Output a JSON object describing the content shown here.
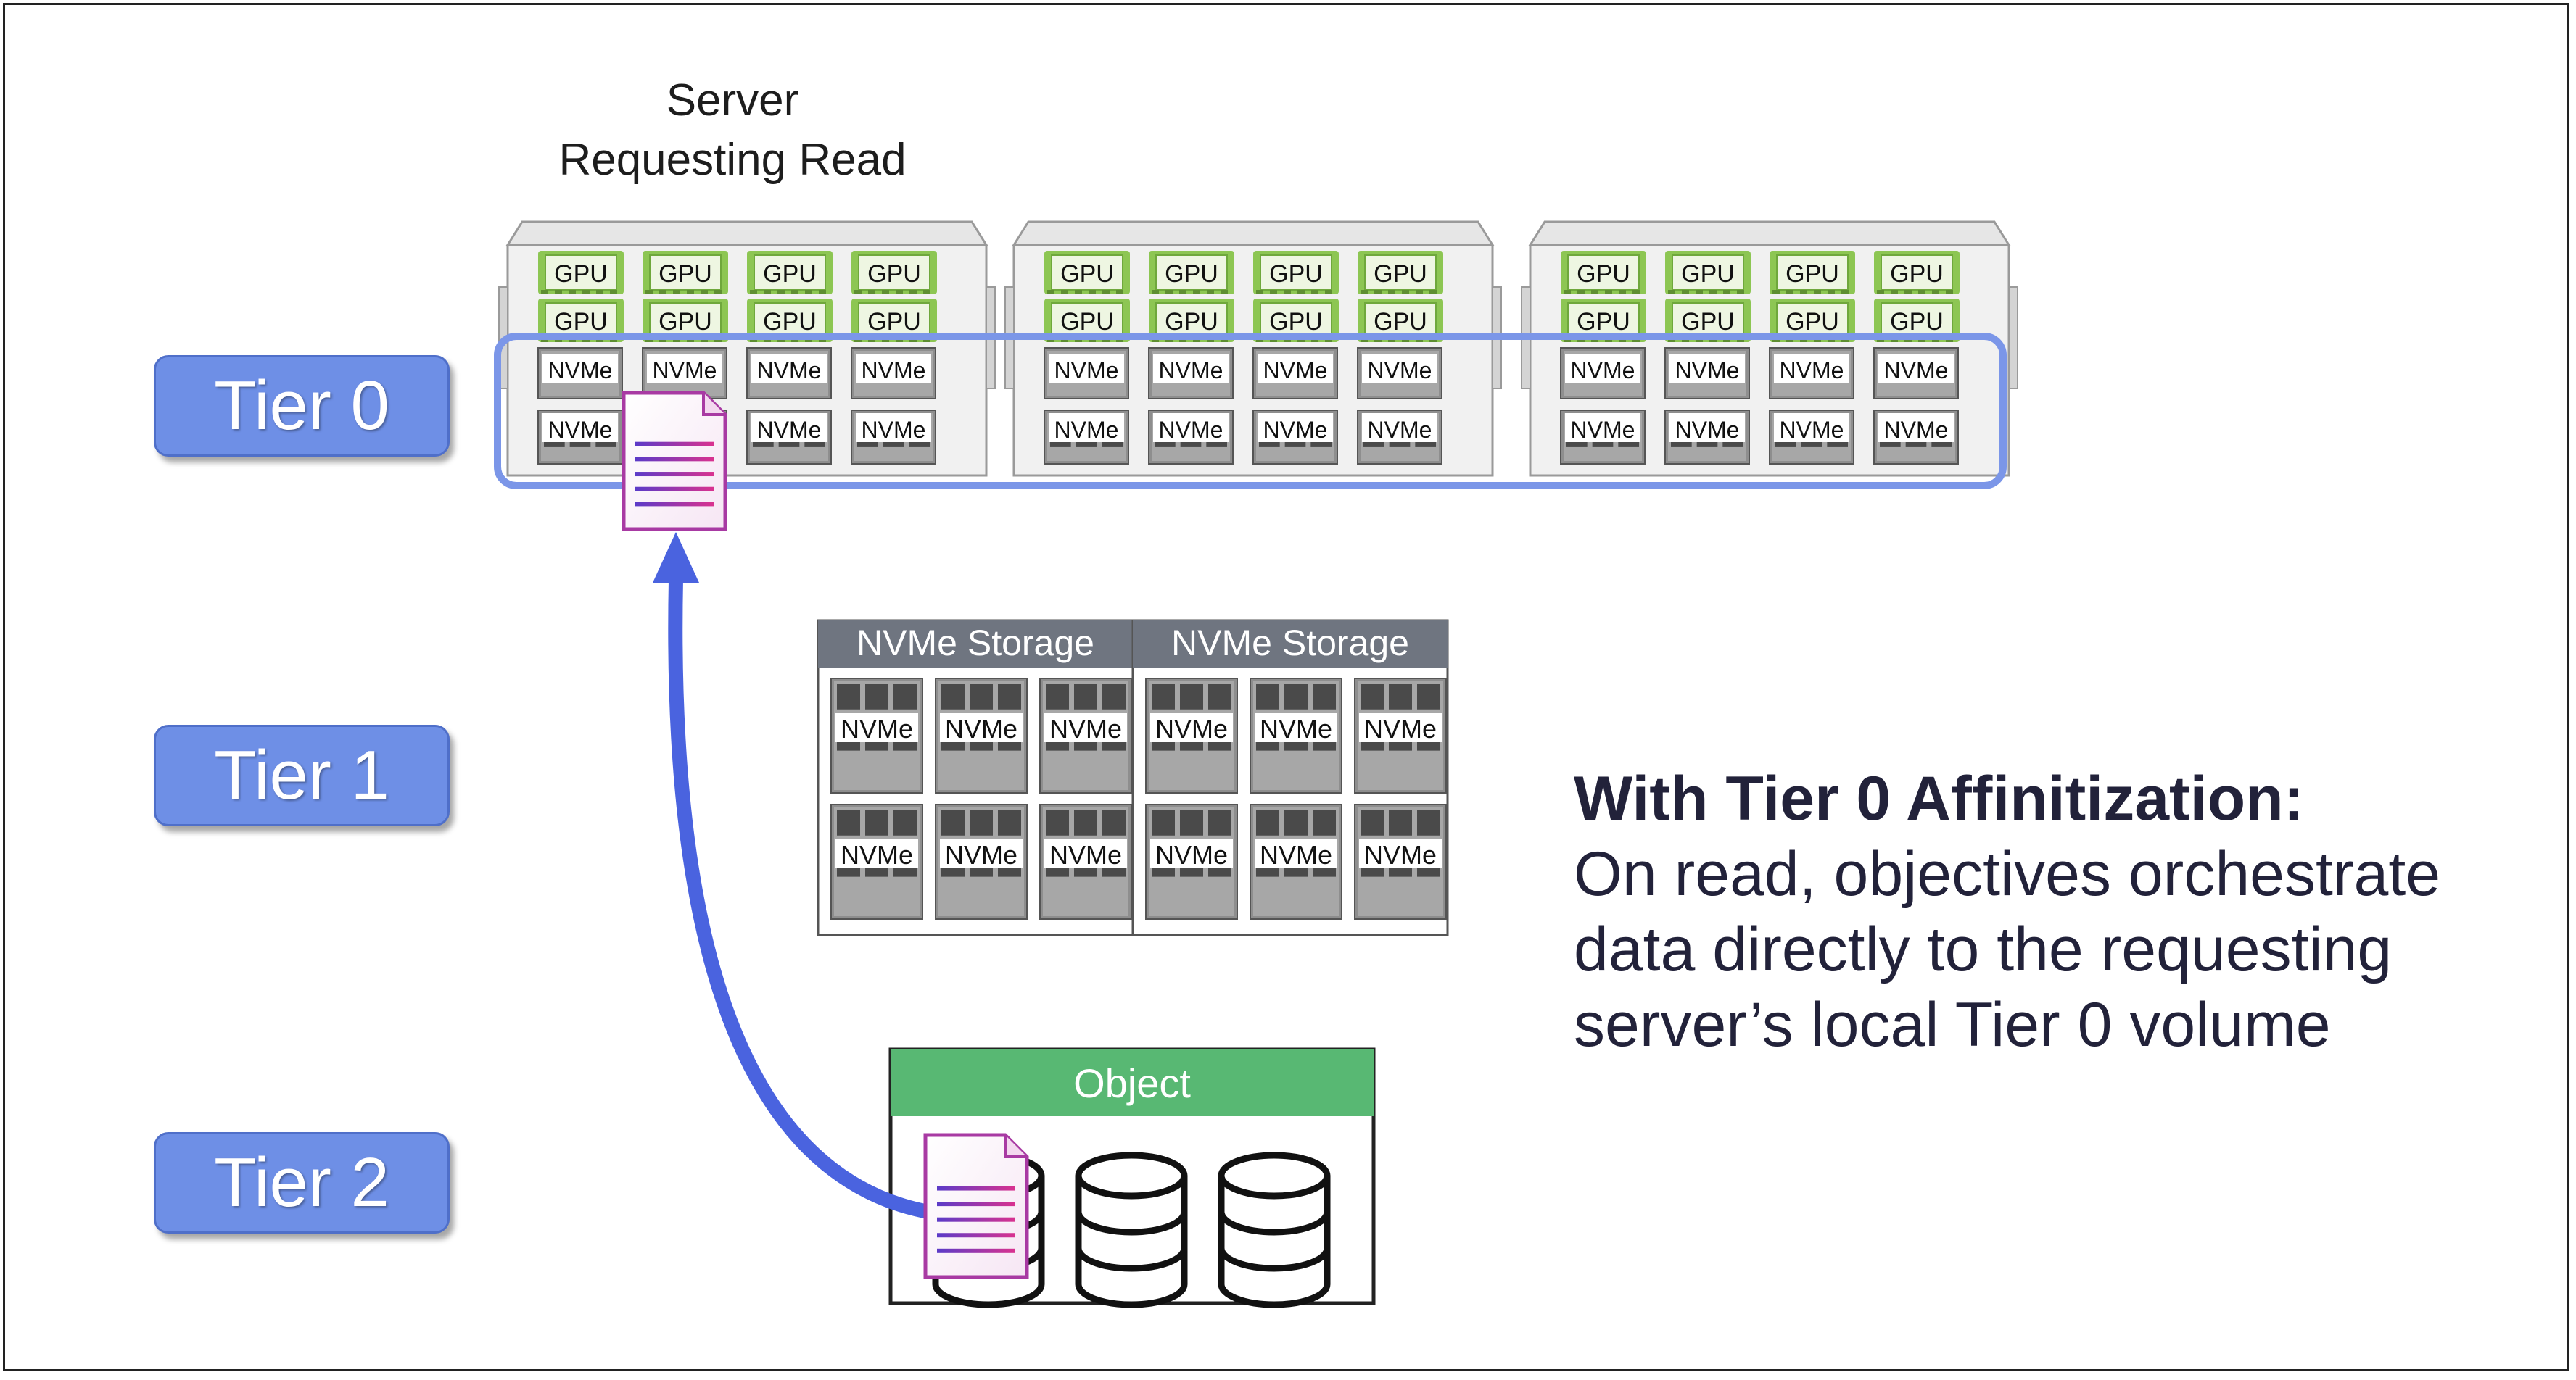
{
  "server_title_line1": "Server",
  "server_title_line2": "Requesting Read",
  "tiers": [
    "Tier 0",
    "Tier 1",
    "Tier 2"
  ],
  "gpu_label": "GPU",
  "nvme_label": "NVMe",
  "storage_label": "NVMe Storage",
  "object_label": "Object",
  "note_heading": "With Tier 0 Affinitization:",
  "note_body_lines": [
    "On read, objectives orchestrate",
    "data directly to the requesting",
    "server’s local Tier 0 volume"
  ],
  "colors": {
    "tier_fill": "#6e8fe6",
    "highlight_ring": "#7b96e8",
    "gpu_green": "#8dc653",
    "arrow_blue": "#4a63df",
    "object_green": "#58b873",
    "storage_header": "#6f7580",
    "doc_magenta": "#a83aa3"
  },
  "icons": [
    "server-chassis-icon",
    "gpu-card-icon",
    "nvme-drive-icon",
    "document-icon",
    "database-icon",
    "up-arrow-icon"
  ]
}
